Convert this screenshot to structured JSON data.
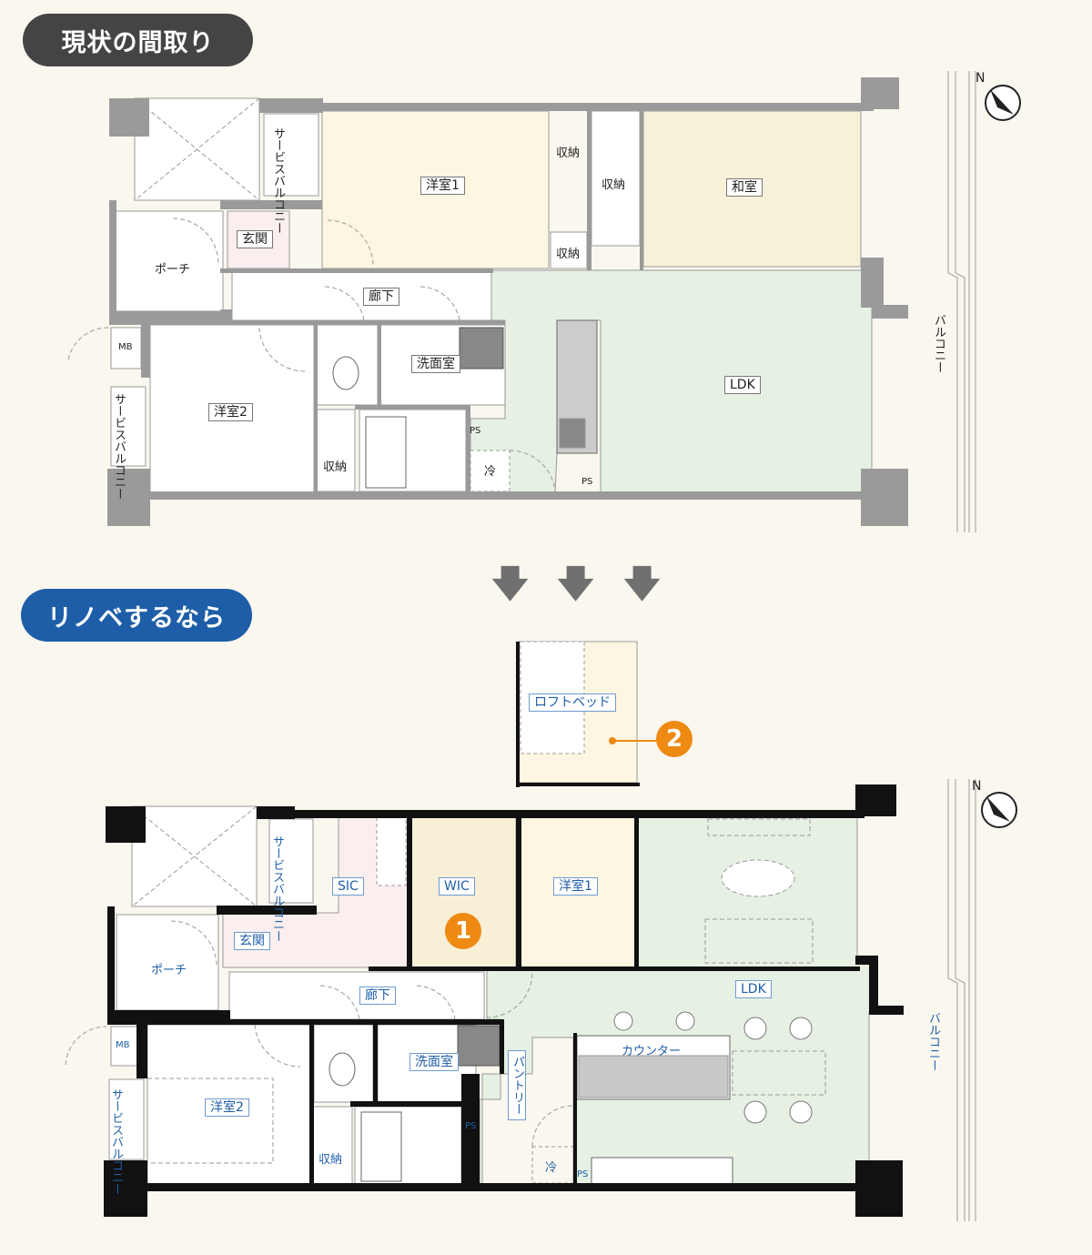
{
  "headers": {
    "current": "現状の間取り",
    "renovated": "リノベするなら"
  },
  "current_plan": {
    "rooms": {
      "western1": "洋室1",
      "storage_a": "収納",
      "storage_b": "収納",
      "storage_c": "収納",
      "japanese": "和室",
      "entrance": "玄関",
      "porch": "ポーチ",
      "hallway": "廊下",
      "mb": "MB",
      "service_balcony_1": "サービスバルコニー",
      "service_balcony_2": "サービスバルコニー",
      "western2": "洋室2",
      "washroom": "洗面室",
      "storage_d": "収納",
      "ps1": "PS",
      "ps2": "PS",
      "fridge": "冷",
      "ldk": "LDK",
      "balcony": "バルコニー"
    },
    "compass": "N"
  },
  "renovated_plan": {
    "rooms": {
      "loft_bed": "ロフトベッド",
      "service_balcony_1": "サービスバルコニー",
      "sic": "SIC",
      "wic": "WIC",
      "western1": "洋室1",
      "entrance": "玄関",
      "porch": "ポーチ",
      "hallway": "廊下",
      "ldk": "LDK",
      "mb": "MB",
      "washroom": "洗面室",
      "pantry": "パントリー",
      "counter": "カウンター",
      "service_balcony_2": "サービスバルコニー",
      "western2": "洋室2",
      "storage": "収納",
      "ps1": "PS",
      "ps2": "PS",
      "fridge": "冷",
      "balcony": "バルコニー"
    },
    "badges": [
      "1",
      "2"
    ],
    "compass": "N"
  },
  "colors": {
    "dark_pill": "#444444",
    "blue_pill": "#1e5ea8",
    "badge": "#ee8a12",
    "ldk": "#e6f1e4",
    "bedroom": "#fdf6e1",
    "entrance": "#fbeeee"
  }
}
